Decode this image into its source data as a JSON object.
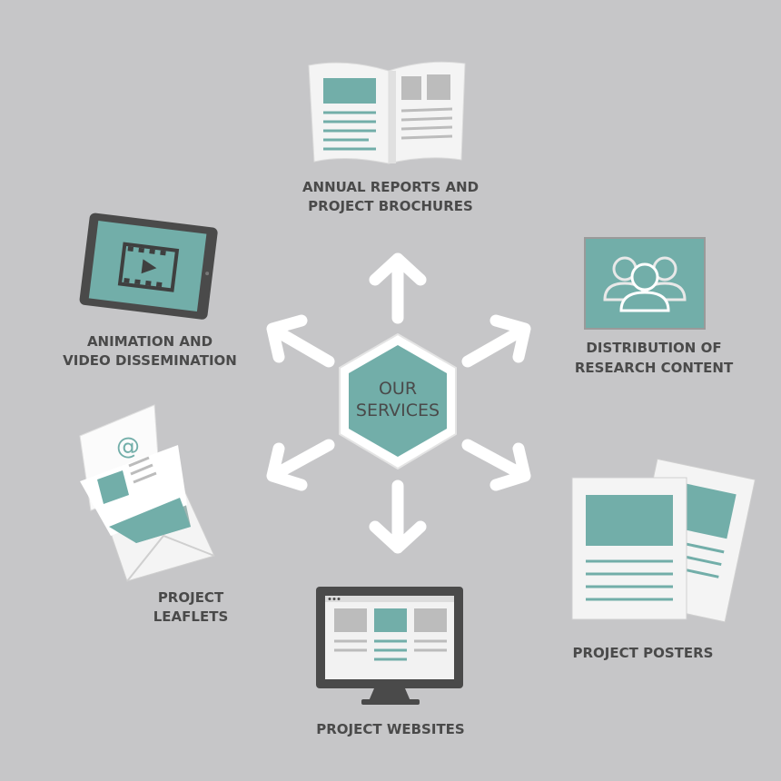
{
  "center": {
    "line1": "OUR",
    "line2": "SERVICES"
  },
  "services": [
    {
      "id": "brochures",
      "line1": "ANNUAL REPORTS AND",
      "line2": "PROJECT BROCHURES",
      "icon": "open-brochure-icon"
    },
    {
      "id": "distribution",
      "line1": "DISTRIBUTION OF",
      "line2": "RESEARCH CONTENT",
      "icon": "people-group-icon"
    },
    {
      "id": "posters",
      "line1": "PROJECT POSTERS",
      "icon": "poster-icon"
    },
    {
      "id": "websites",
      "line1": "PROJECT WEBSITES",
      "icon": "monitor-website-icon"
    },
    {
      "id": "leaflets",
      "line1": "PROJECT",
      "line2": "LEAFLETS",
      "icon": "envelope-leaflet-icon"
    },
    {
      "id": "animation",
      "line1": "ANIMATION AND",
      "line2": "VIDEO DISSEMINATION",
      "icon": "tablet-video-icon"
    }
  ],
  "colors": {
    "background": "#c6c6c8",
    "teal": "#72aea9",
    "text": "#4a4a4a",
    "white": "#ffffff"
  }
}
